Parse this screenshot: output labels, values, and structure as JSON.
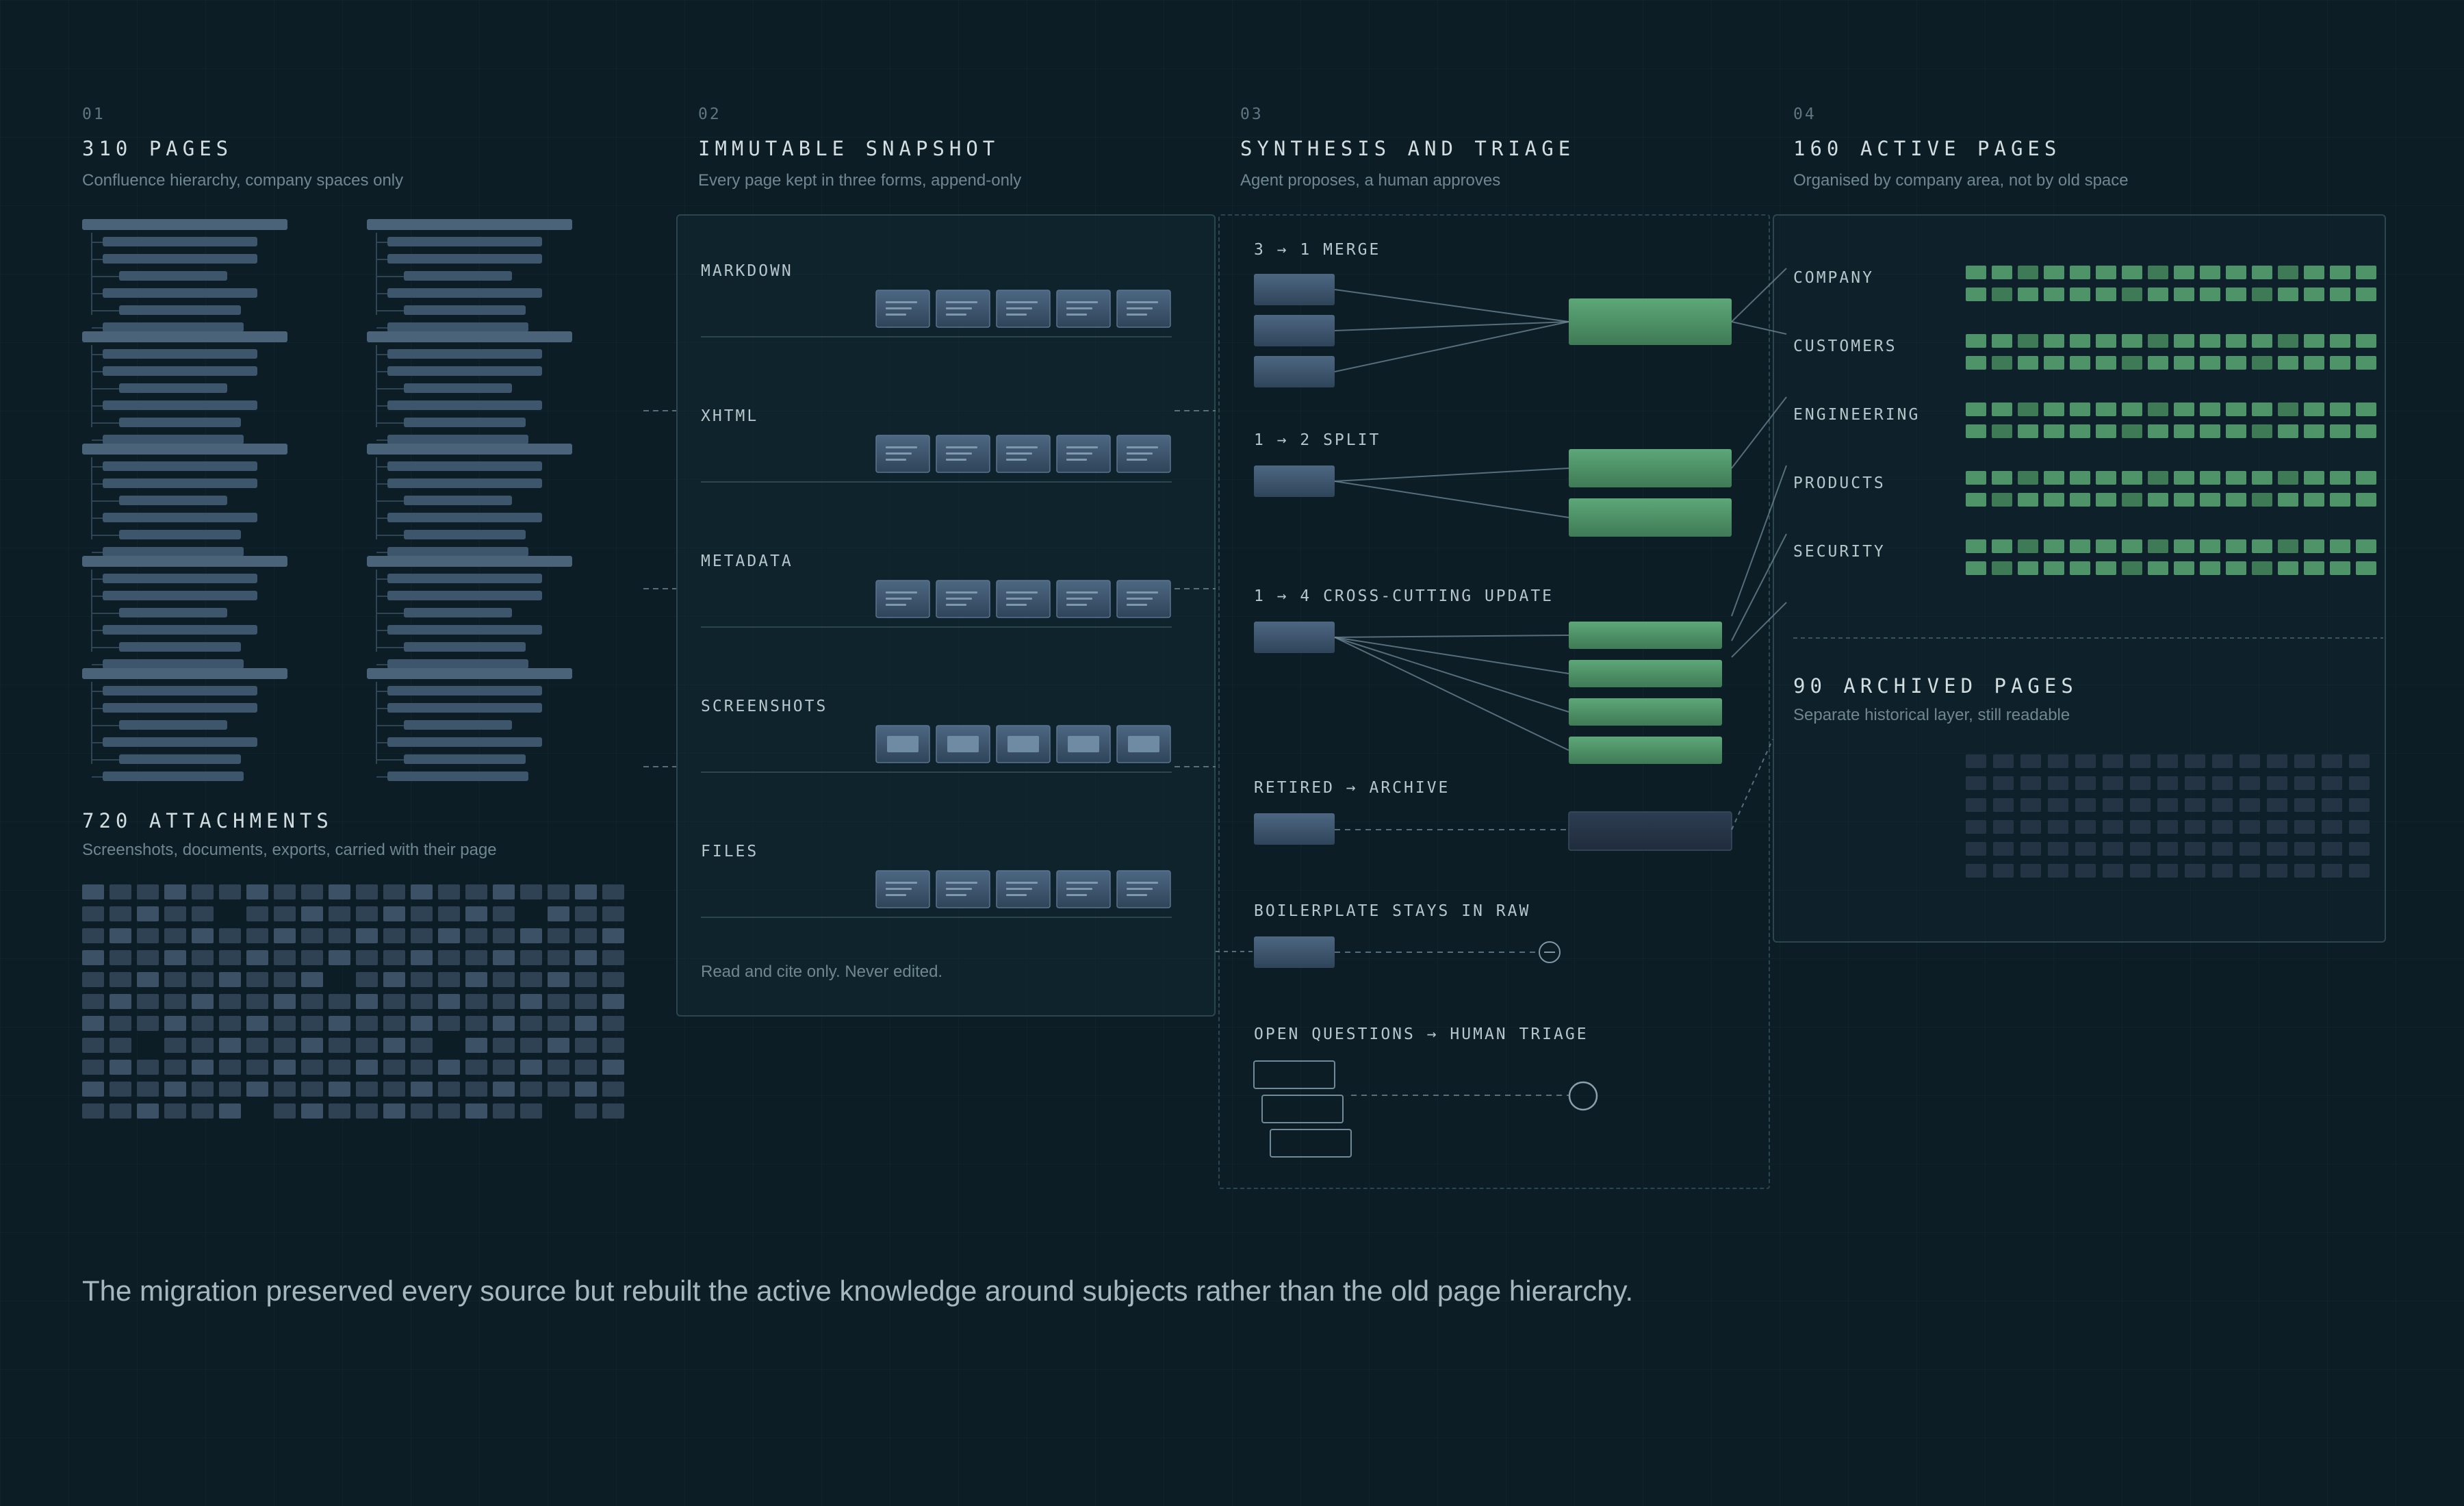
{
  "col1": {
    "step": "01",
    "title": "310 PAGES",
    "subtitle": "Confluence hierarchy, company spaces only",
    "attachments_title": "720 ATTACHMENTS",
    "attachments_subtitle": "Screenshots, documents, exports, carried with their page"
  },
  "col2": {
    "step": "02",
    "title": "IMMUTABLE SNAPSHOT",
    "subtitle": "Every page kept in three forms, append-only",
    "rows": [
      "MARKDOWN",
      "XHTML",
      "METADATA",
      "SCREENSHOTS",
      "FILES"
    ],
    "note": "Read and cite only. Never edited."
  },
  "col3": {
    "step": "03",
    "title": "SYNTHESIS AND TRIAGE",
    "subtitle": "Agent proposes, a human approves",
    "sections": [
      "3 → 1 MERGE",
      "1 → 2 SPLIT",
      "1 → 4 CROSS-CUTTING UPDATE",
      "RETIRED → ARCHIVE",
      "BOILERPLATE STAYS IN RAW",
      "OPEN QUESTIONS → HUMAN TRIAGE"
    ]
  },
  "col4": {
    "step": "04",
    "title": "160 ACTIVE PAGES",
    "subtitle": "Organised by company area, not by old space",
    "areas": [
      "COMPANY",
      "CUSTOMERS",
      "ENGINEERING",
      "PRODUCTS",
      "SECURITY"
    ],
    "archived_title": "90 ARCHIVED PAGES",
    "archived_subtitle": "Separate historical layer, still readable"
  },
  "caption": "The migration preserved every source but rebuilt the active knowledge around subjects rather than the old page hierarchy.",
  "colors": {
    "background": "#0c1d25",
    "slate": "#3a5068",
    "green": "#4f9468",
    "line": "#6f8a98"
  }
}
